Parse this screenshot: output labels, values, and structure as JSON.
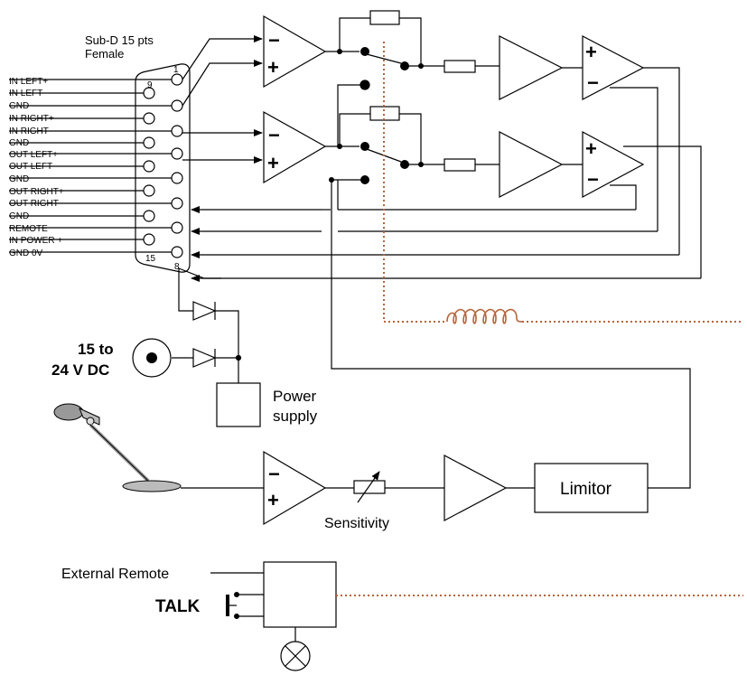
{
  "connector": {
    "title": "Sub-D 15 pts",
    "subtitle": "Female",
    "pin_numbers": {
      "p1": "1",
      "p9": "9",
      "p15": "15",
      "p8": "8"
    },
    "pins": [
      "IN LEFT+",
      "IN LEFT-",
      "GND",
      "IN RIGHT+",
      "IN RIGHT-",
      "GND",
      "OUT LEFT+",
      "OUT LEFT-",
      "GND",
      "OUT RIGHT+",
      "OUT RIGHT-",
      "GND",
      "REMOTE",
      "IN POWER +",
      "GND 0V"
    ]
  },
  "dc_input": {
    "line1": "15 to",
    "line2": "24 V DC"
  },
  "power_supply": {
    "line1": "Power",
    "line2": "supply"
  },
  "sensitivity_label": "Sensitivity",
  "limitor_label": "Limitor",
  "external_remote_label": "External Remote",
  "talk_label": "TALK",
  "signs": {
    "minus": "−",
    "plus": "+"
  }
}
